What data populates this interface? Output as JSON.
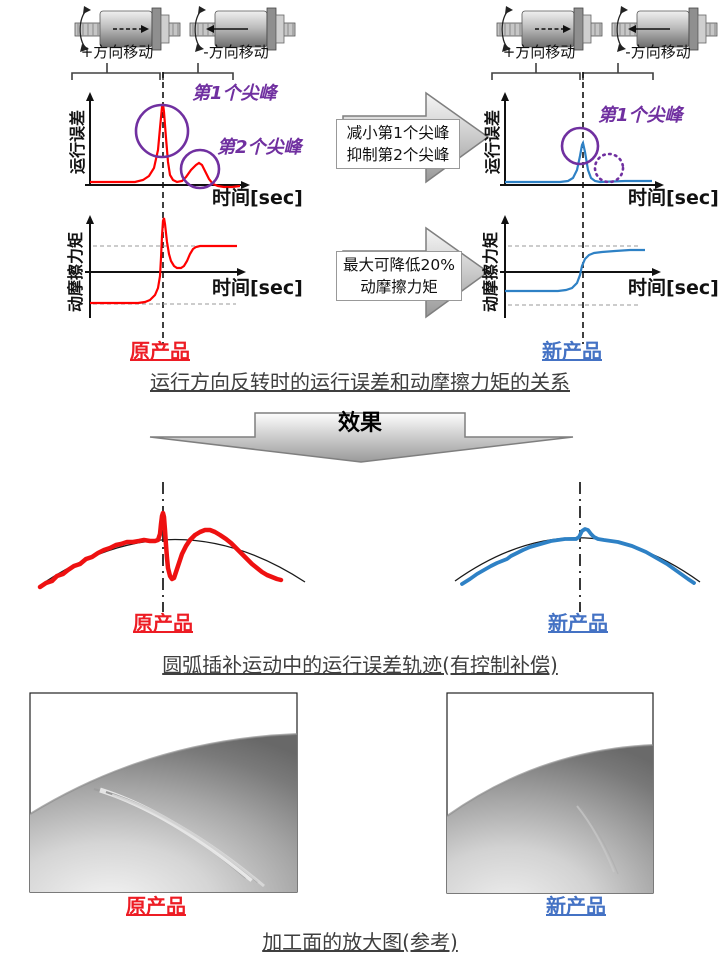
{
  "colors": {
    "original_red": "#ed1c24",
    "red_curve": "#ff0000",
    "new_blue": "#4472c4",
    "blue_curve": "#2e81c5",
    "annotation_purple": "#7030a0"
  },
  "screws": {
    "plus_label": "+方向移动",
    "minus_label": "-方向移动"
  },
  "graphs": {
    "error_axis": "运行误差",
    "torque_axis": "动摩擦力矩",
    "time_axis": "时间[sec]",
    "peak1": "第1个尖峰",
    "peak2": "第2个尖峰"
  },
  "arrows": {
    "arrow1_line1": "减小第1个尖峰",
    "arrow1_line2": "抑制第2个尖峰",
    "arrow2_line1": "最大可降低20%",
    "arrow2_line2": "动摩擦力矩",
    "effect": "效果"
  },
  "products": {
    "original": "原产品",
    "new": "新产品"
  },
  "captions": {
    "top": "运行方向反转时的运行误差和动摩擦力矩的关系",
    "middle": "圆弧插补运动中的运行误差轨迹(有控制补偿)",
    "bottom": "加工面的放大图(参考)"
  }
}
